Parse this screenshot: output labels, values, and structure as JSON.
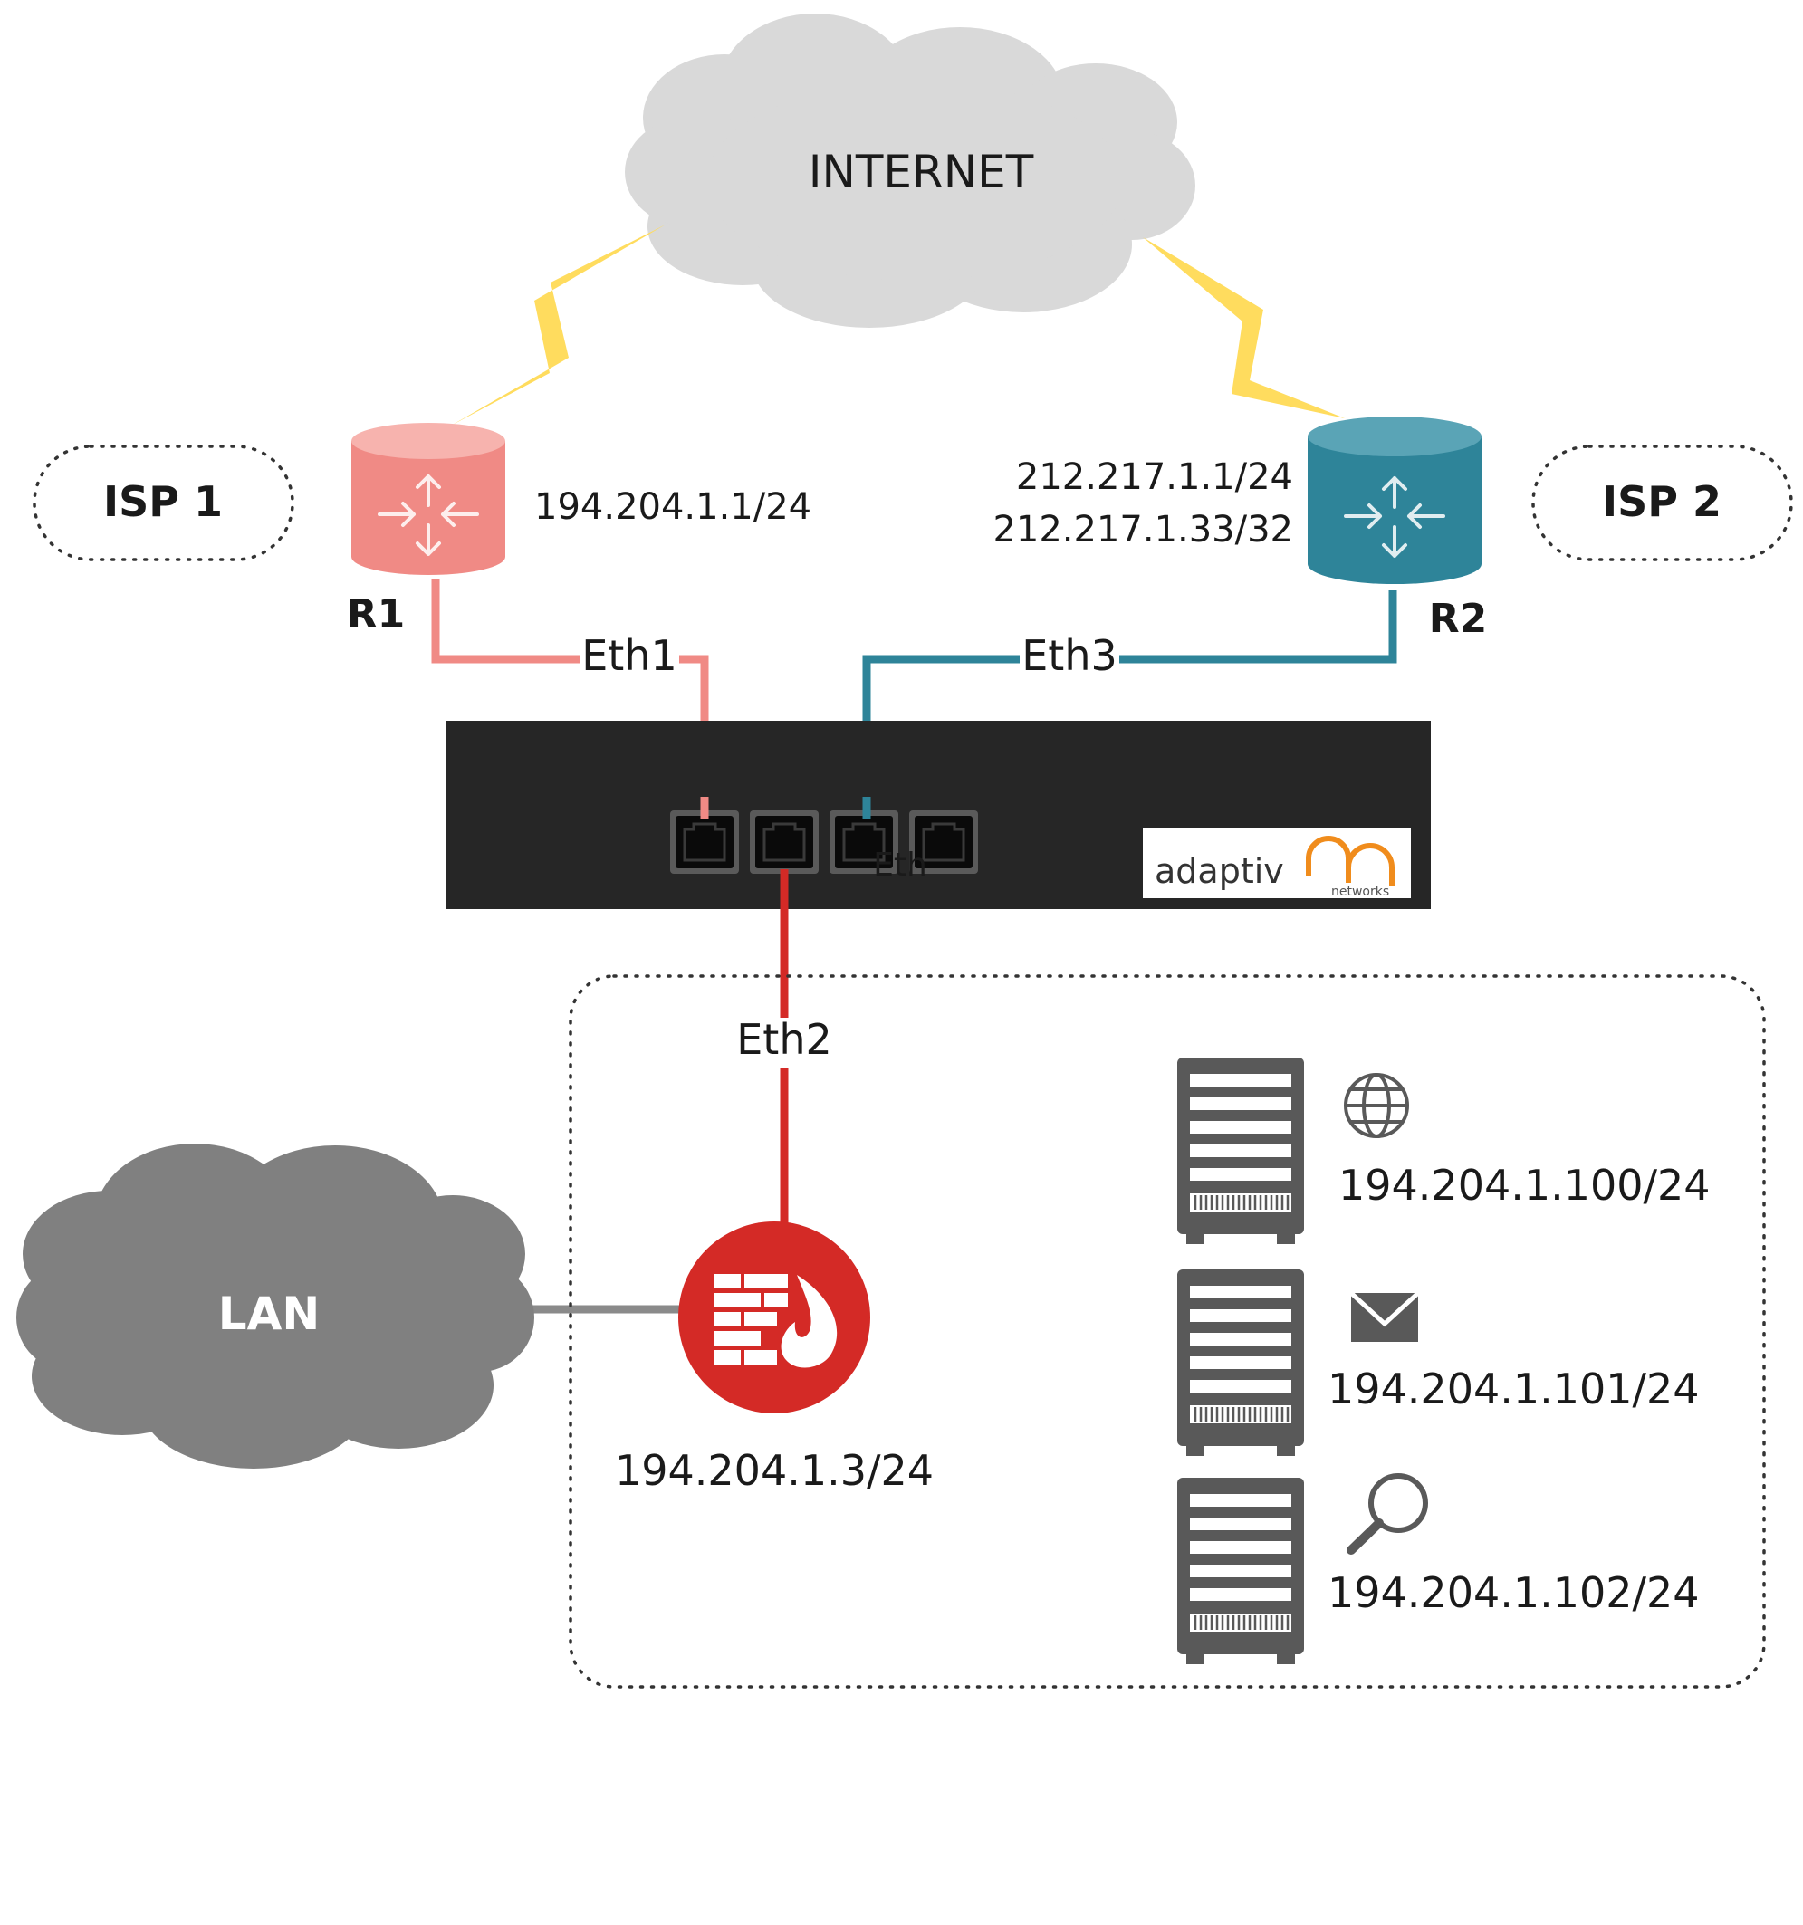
{
  "internet": {
    "label": "INTERNET"
  },
  "isp1": {
    "label": "ISP 1"
  },
  "isp2": {
    "label": "ISP 2"
  },
  "r1": {
    "label": "R1",
    "ip": "194.204.1.1/24"
  },
  "r2": {
    "label": "R2",
    "ip_1": "212.217.1.1/24",
    "ip_2": "212.217.1.33/32"
  },
  "links": {
    "eth1": "Eth1",
    "eth2": "Eth2",
    "eth3": "Eth3"
  },
  "device": {
    "port_label": "Eth",
    "brand": "adaptiv",
    "brand_sub": "networks"
  },
  "lan": {
    "label": "LAN"
  },
  "firewall": {
    "ip": "194.204.1.3/24"
  },
  "servers": [
    {
      "icon": "globe-icon",
      "ip": "194.204.1.100/24"
    },
    {
      "icon": "envelope-icon",
      "ip": "194.204.1.101/24"
    },
    {
      "icon": "magnifier-icon",
      "ip": "194.204.1.102/24"
    }
  ],
  "colors": {
    "r1": "#f08a85",
    "r2": "#2e8499",
    "eth2": "#d42a26",
    "lan_link": "#8a8a8a",
    "lightning": "#ffdc5e",
    "internet_cloud": "#d9d9d9",
    "lan_cloud": "#808080",
    "device": "#262626",
    "server": "#595959",
    "brand_accent": "#f08c1c"
  }
}
